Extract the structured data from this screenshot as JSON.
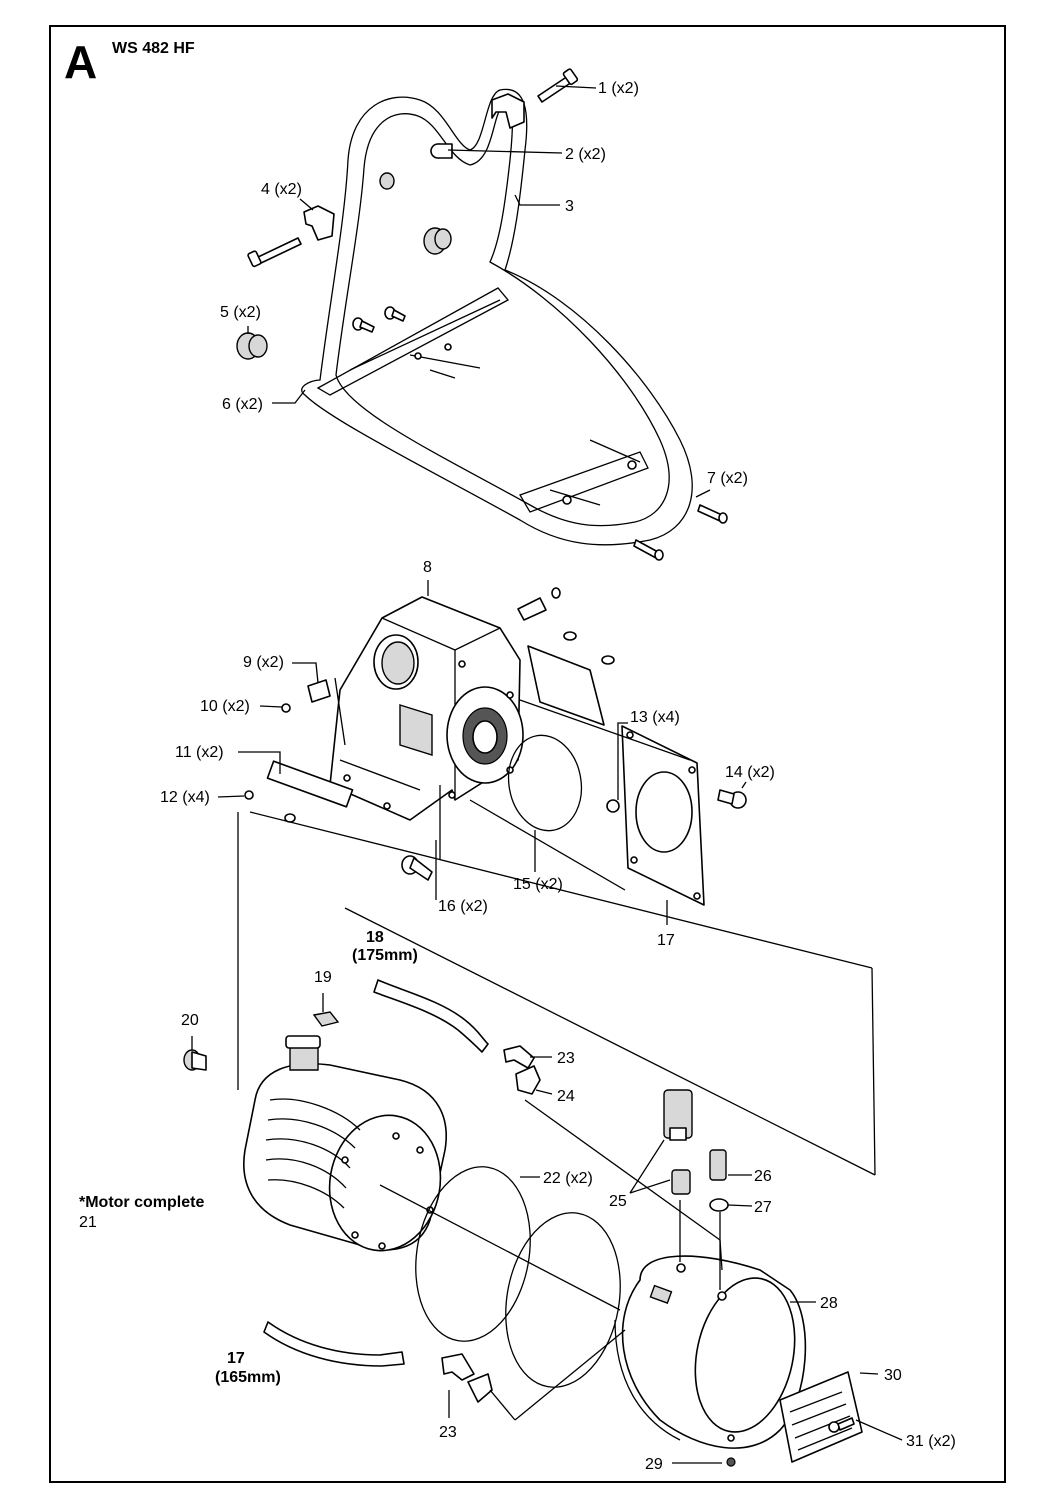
{
  "section_letter": "A",
  "model": "WS 482 HF",
  "callouts": {
    "c1": "1 (x2)",
    "c2": "2 (x2)",
    "c3": "3",
    "c4": "4 (x2)",
    "c5": "5 (x2)",
    "c6": "6 (x2)",
    "c7": "7 (x2)",
    "c8": "8",
    "c9": "9 (x2)",
    "c10": "10 (x2)",
    "c11": "11 (x2)",
    "c12": "12 (x4)",
    "c13": "13 (x4)",
    "c14": "14 (x2)",
    "c15": "15 (x2)",
    "c16": "16 (x2)",
    "c17a": "17",
    "c18": "18",
    "c18_len": "(175mm)",
    "c19": "19",
    "c20": "20",
    "c21_note": "*Motor complete",
    "c21": "21",
    "c22": "22 (x2)",
    "c23a": "23",
    "c24": "24",
    "c25": "25",
    "c26": "26",
    "c27": "27",
    "c28": "28",
    "c17b": "17",
    "c17b_len": "(165mm)",
    "c23b": "23",
    "c29": "29",
    "c30": "30",
    "c31": "31 (x2)"
  }
}
